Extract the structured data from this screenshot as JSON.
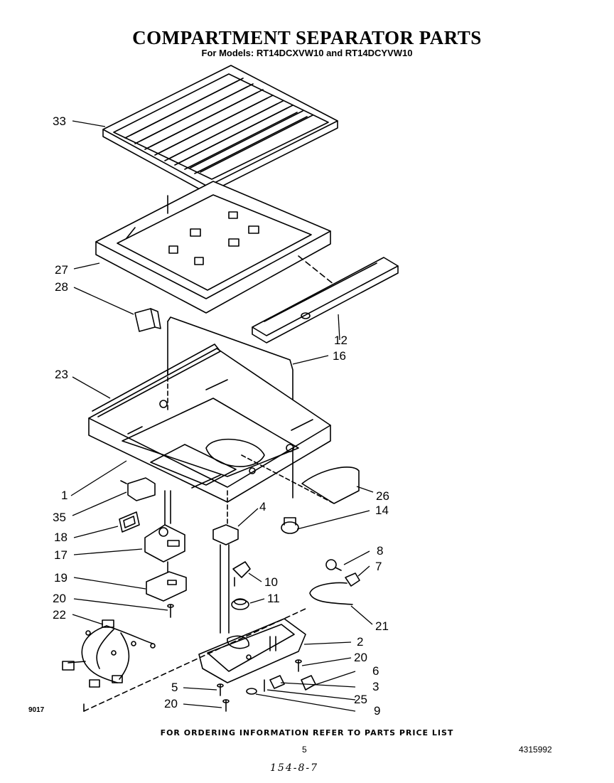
{
  "header": {
    "title": "COMPARTMENT SEPARATOR PARTS",
    "subtitle": "For Models: RT14DCXVW10 and RT14DCYVW10"
  },
  "callouts": [
    {
      "id": "33",
      "label": "33"
    },
    {
      "id": "27",
      "label": "27"
    },
    {
      "id": "28",
      "label": "28"
    },
    {
      "id": "12",
      "label": "12"
    },
    {
      "id": "16",
      "label": "16"
    },
    {
      "id": "23",
      "label": "23"
    },
    {
      "id": "1",
      "label": "1"
    },
    {
      "id": "26",
      "label": "26"
    },
    {
      "id": "35",
      "label": "35"
    },
    {
      "id": "4",
      "label": "4"
    },
    {
      "id": "14",
      "label": "14"
    },
    {
      "id": "18",
      "label": "18"
    },
    {
      "id": "17",
      "label": "17"
    },
    {
      "id": "8",
      "label": "8"
    },
    {
      "id": "7",
      "label": "7"
    },
    {
      "id": "19",
      "label": "19"
    },
    {
      "id": "10",
      "label": "10"
    },
    {
      "id": "11",
      "label": "11"
    },
    {
      "id": "20a",
      "label": "20"
    },
    {
      "id": "22",
      "label": "22"
    },
    {
      "id": "21",
      "label": "21"
    },
    {
      "id": "2",
      "label": "2"
    },
    {
      "id": "20b",
      "label": "20"
    },
    {
      "id": "6",
      "label": "6"
    },
    {
      "id": "5",
      "label": "5"
    },
    {
      "id": "3",
      "label": "3"
    },
    {
      "id": "25",
      "label": "25"
    },
    {
      "id": "20c",
      "label": "20"
    },
    {
      "id": "9",
      "label": "9"
    }
  ],
  "footer": {
    "ordering_note": "FOR ORDERING INFORMATION REFER TO PARTS PRICE LIST",
    "page_number": "5",
    "document_number": "4315992",
    "drawing_code": "9017",
    "handwritten_note": "154-8-7"
  }
}
